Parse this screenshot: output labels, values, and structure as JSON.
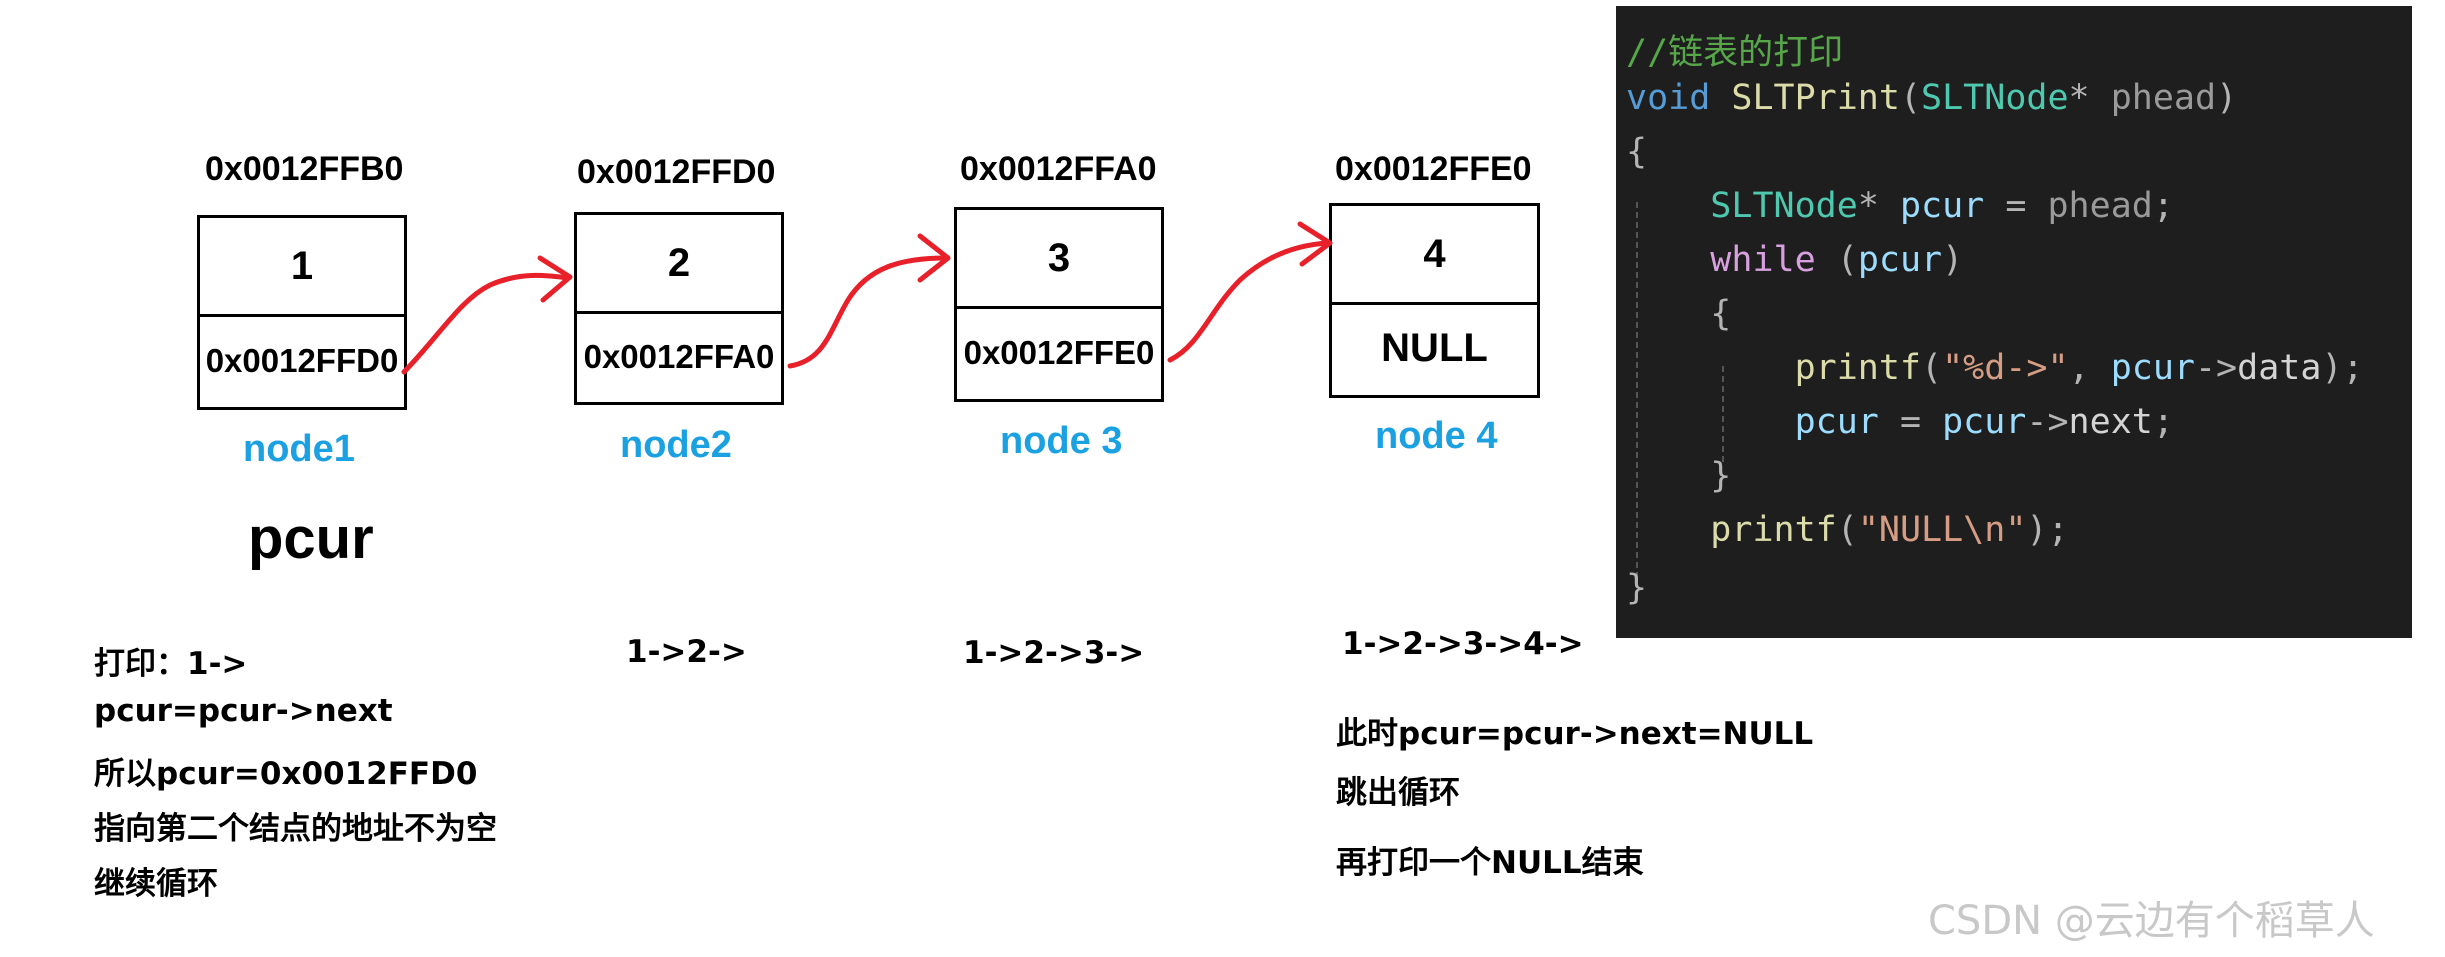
{
  "nodes": [
    {
      "address": "0x0012FFB0",
      "data": "1",
      "next": "0x0012FFD0",
      "label": "node1"
    },
    {
      "address": "0x0012FFD0",
      "data": "2",
      "next": "0x0012FFA0",
      "label": "node2"
    },
    {
      "address": "0x0012FFA0",
      "data": "3",
      "next": "0x0012FFE0",
      "label": "node 3"
    },
    {
      "address": "0x0012FFE0",
      "data": "4",
      "next": "NULL",
      "label": "node 4"
    }
  ],
  "pointer_label": "pcur",
  "notes": {
    "step1": [
      "打印：1->",
      "pcur=pcur->next",
      "所以pcur=0x0012FFD0",
      "指向第二个结点的地址不为空",
      "继续循环"
    ],
    "step2": "1->2->",
    "step3": "1->2->3->",
    "step4": "1->2->3->4->",
    "end": [
      "此时pcur=pcur->next=NULL",
      "跳出循环",
      "再打印一个NULL结束"
    ]
  },
  "code": {
    "comment": "//链表的打印",
    "kw_void": "void",
    "fn_name": "SLTPrint",
    "lparen": "(",
    "type": "SLTNode",
    "star": "*",
    "param": "phead",
    "rparen": ")",
    "brace_open": "{",
    "brace_close": "}",
    "var_pcur": "pcur",
    "eq": " = ",
    "semi": ";",
    "kw_while": "while",
    "paren_pcur_open": " (",
    "printf": "printf",
    "fmt_str": "\"%d->\"",
    "comma": ", ",
    "arrow": "->",
    "field_data": "data",
    "field_next": "next",
    "null_str": "\"NULL\\n\"",
    "rparen_semi": ");"
  },
  "watermark": "CSDN @云边有个稻草人",
  "colors": {
    "label_blue": "#1ba1e2",
    "arrow_red": "#e8202a",
    "code_bg": "#1e1e1e"
  }
}
